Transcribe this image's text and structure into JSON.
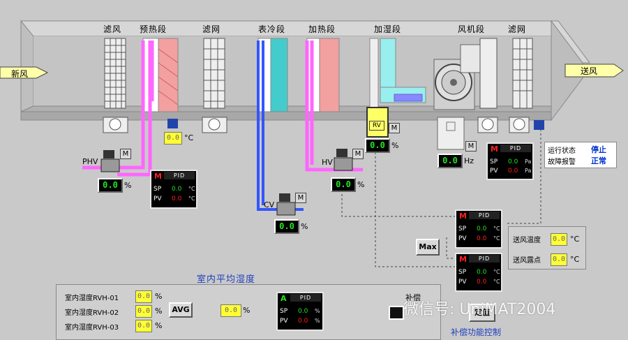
{
  "sections": {
    "filter1": "滤风",
    "preheat": "预热段",
    "filter2": "滤网",
    "cooling": "表冷段",
    "heating": "加热段",
    "humidify": "加湿段",
    "fan": "风机段",
    "filter3": "滤网"
  },
  "arrows": {
    "fresh_air": "新风",
    "supply_air": "送风"
  },
  "preheat_temp": {
    "value": "0.0",
    "unit": "°C"
  },
  "phv": {
    "label": "PHV",
    "mode": "M",
    "value": "0.0",
    "unit": "%"
  },
  "cv": {
    "label": "CV",
    "mode": "M",
    "value": "0.0",
    "unit": "%"
  },
  "hv": {
    "label": "HV",
    "mode": "M",
    "value": "0.0",
    "unit": "%"
  },
  "humid": {
    "label": "RV",
    "mode": "M",
    "value": "0.0",
    "unit": "%"
  },
  "fan_freq": {
    "mode": "M",
    "value": "0.0",
    "unit": "Hz"
  },
  "pid_preheat": {
    "mode": "M",
    "title": "PID",
    "sp_label": "SP",
    "pv_label": "PV",
    "sp": "0.0",
    "pv": "0.0",
    "unit": "°C"
  },
  "pid_fan": {
    "mode": "M",
    "title": "PID",
    "sp_label": "SP",
    "pv_label": "PV",
    "sp": "0.0",
    "pv": "0.0",
    "unit": "Pa"
  },
  "pid_supply_temp": {
    "mode": "M",
    "title": "PID",
    "sp_label": "SP",
    "pv_label": "PV",
    "sp": "0.0",
    "pv": "0.0",
    "unit": "°C"
  },
  "pid_supply_dew": {
    "mode": "M",
    "title": "PID",
    "sp_label": "SP",
    "pv_label": "PV",
    "sp": "0.0",
    "pv": "0.0",
    "unit": "°C"
  },
  "pid_room": {
    "mode": "A",
    "title": "PID",
    "sp_label": "SP",
    "pv_label": "PV",
    "sp": "0.0",
    "pv": "0.0",
    "unit": "%"
  },
  "status": {
    "run_label": "运行状态",
    "fault_label": "故障报警",
    "run_value": "停止",
    "fault_value": "正常"
  },
  "supply": {
    "temp_label": "送风温度",
    "temp_value": "0.0",
    "temp_unit": "°C",
    "dew_label": "送风露点",
    "dew_value": "0.0",
    "dew_unit": "°C"
  },
  "max_button": "Max",
  "room": {
    "title": "室内平均湿度",
    "rows": [
      {
        "label": "室内湿度RVH-01",
        "value": "0.0",
        "unit": "%"
      },
      {
        "label": "室内湿度RVH-02",
        "value": "0.0",
        "unit": "%"
      },
      {
        "label": "室内湿度RVH-03",
        "value": "0.0",
        "unit": "%"
      }
    ],
    "avg_button": "AVG",
    "avg_value": "0.0",
    "avg_unit": "%"
  },
  "compensation": {
    "toggle_label": "补偿",
    "fixed_button": "定值",
    "caption": "补偿功能控制"
  },
  "watermark": "微信号: UniMAT2004",
  "colors": {
    "preheat_pipe": "#ff66ff",
    "cool_pipe": "#3355ff",
    "heater": "#f2a0a0",
    "cooler": "#44cccc",
    "value_green": "#21e621",
    "alarm_red": "#ff2020",
    "status_blue": "#0033cc"
  }
}
